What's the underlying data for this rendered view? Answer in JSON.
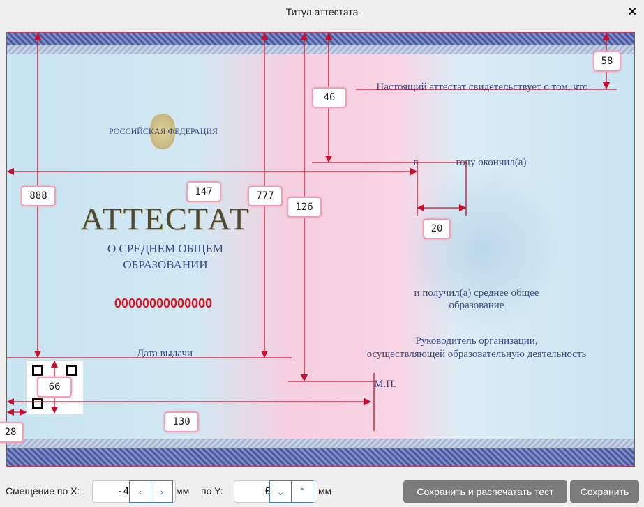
{
  "window": {
    "title": "Титул аттестата",
    "close_label": "✕"
  },
  "document": {
    "federation": "РОССИЙСКАЯ ФЕДЕРАЦИЯ",
    "heading": "АТТЕСТАТ",
    "subheading_1": "О СРЕДНЕМ ОБЩЕМ",
    "subheading_2": "ОБРАЗОВАНИИ",
    "number": "00000000000000",
    "issue_date_label": "Дата выдачи",
    "certifies_text": "Настоящий аттестат свидетельствует о том, что",
    "year_prefix": "в",
    "year_suffix": "году окончил(а)",
    "received_1": "и получил(а) среднее общее",
    "received_2": "образование",
    "head_1": "Руководитель организации,",
    "head_2": "осуществляющей образовательную деятельность",
    "stamp": "М.П.",
    "number_color": "#e8101e"
  },
  "measurements": [
    "888",
    "147",
    "777",
    "126",
    "46",
    "58",
    "20",
    "66",
    "130",
    "28"
  ],
  "controls": {
    "offset_x_label": "Смещение по X:",
    "offset_x_value": "-4",
    "offset_x_unit": "мм",
    "offset_y_label": "по Y:",
    "offset_y_value": "0",
    "offset_y_unit": "мм",
    "x_decrease": "‹",
    "x_increase": "›",
    "y_decrease": "⌄",
    "y_increase": "⌃",
    "save_print_test": "Сохранить и распечатать тест",
    "save": "Сохранить"
  }
}
